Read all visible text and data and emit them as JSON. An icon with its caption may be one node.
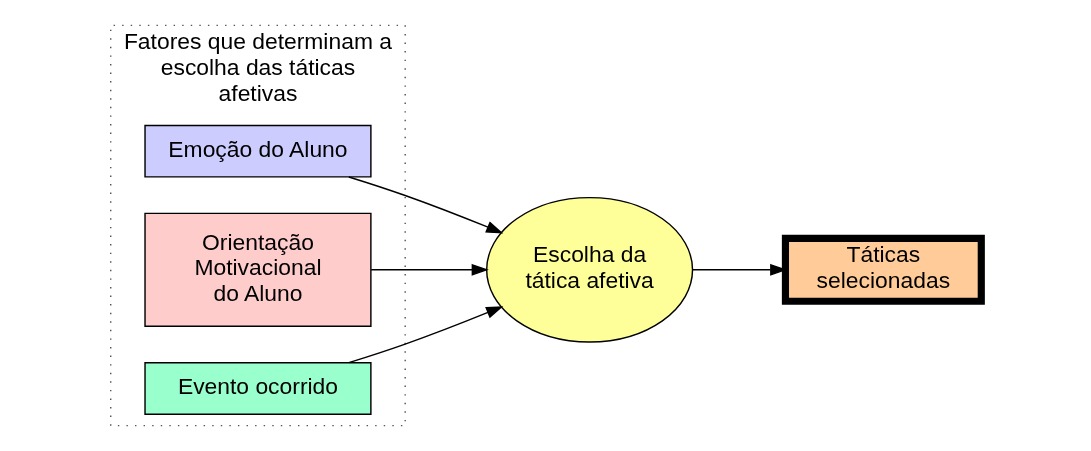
{
  "diagram": {
    "nodes": [
      {
        "text": [
          "Fatores que determinam a escolha das táticas afetivas"
        ]
      },
      {
        "text": [
          "Emoção do Aluno"
        ],
        "in": 0
      },
      {
        "text": [
          "Orientação Motivacional do Aluno"
        ],
        "in": 0
      },
      {
        "text": [
          "Evento ocorrido"
        ],
        "in": 0
      },
      {
        "text": [
          "Escolha da tática afetiva"
        ]
      },
      {
        "text": [
          "Táticas selecionadas"
        ]
      }
    ],
    "edges": [
      {
        "from": 1,
        "to": 4,
        "arrow": "to"
      },
      {
        "from": 2,
        "to": 4,
        "arrow": "to"
      },
      {
        "from": 3,
        "to": 4,
        "arrow": "to"
      },
      {
        "from": 4,
        "to": 5,
        "arrow": "to"
      }
    ]
  }
}
